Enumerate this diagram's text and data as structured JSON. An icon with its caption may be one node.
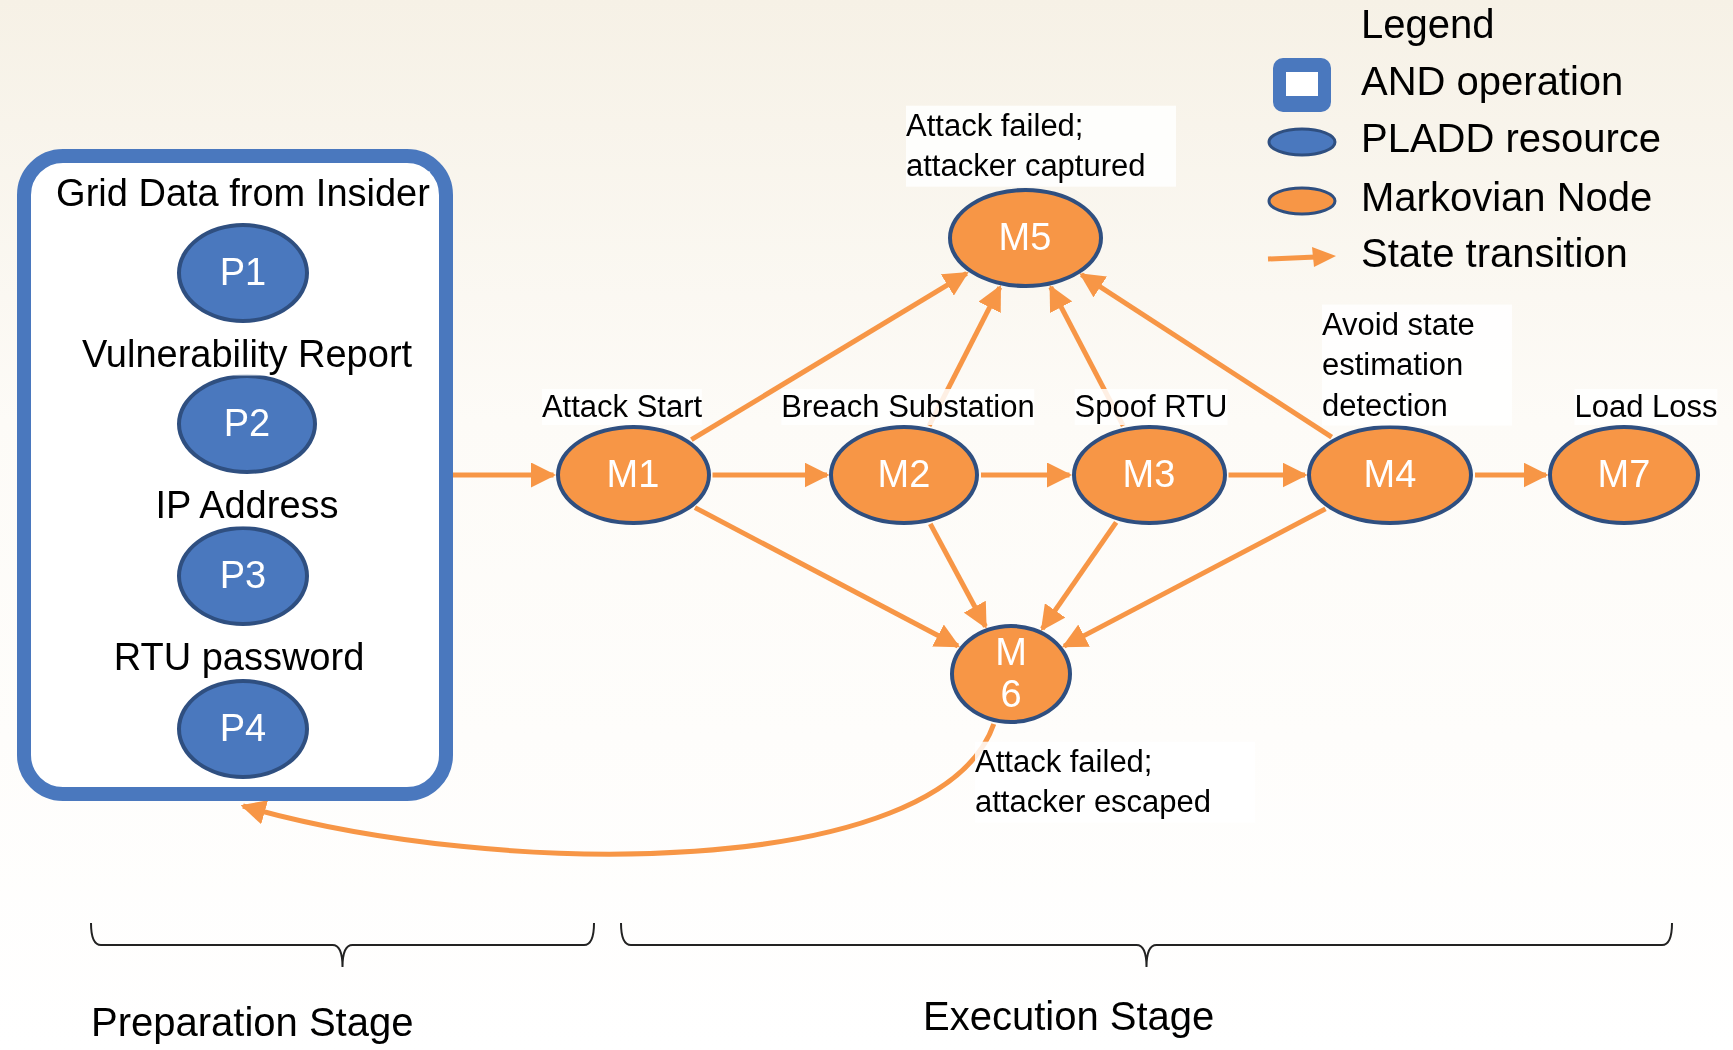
{
  "diagram": {
    "nodes": [
      {
        "text": [],
        "shape": "box"
      },
      {
        "text": [
          "P1"
        ],
        "beside": [
          "Grid Data from Insider"
        ],
        "in": 0
      },
      {
        "text": [
          "P2"
        ],
        "beside": [
          "Vulnerability Report"
        ],
        "in": 0
      },
      {
        "text": [
          "P3"
        ],
        "beside": [
          "IP Address"
        ],
        "in": 0
      },
      {
        "text": [
          "P4"
        ],
        "beside": [
          "RTU password"
        ],
        "in": 0
      },
      {
        "text": [
          "M5"
        ],
        "beside": [
          "Attack failed; attacker captured"
        ]
      },
      {
        "text": [
          "M1"
        ],
        "beside": [
          "Attack Start"
        ]
      },
      {
        "text": [
          "M2"
        ],
        "beside": [
          "Breach Substation"
        ]
      },
      {
        "text": [
          "M3"
        ],
        "beside": [
          "Spoof RTU"
        ]
      },
      {
        "text": [
          "M4"
        ],
        "beside": [
          "Avoid state estimation detection"
        ]
      },
      {
        "text": [
          "M7"
        ],
        "beside": [
          "Load Loss"
        ]
      },
      {
        "text": [
          "M 6"
        ],
        "beside": [
          "Attack failed; attacker escaped"
        ]
      }
    ],
    "edges": [
      {
        "from": 0,
        "to": 6,
        "arrow": "to"
      },
      {
        "from": 6,
        "to": 5,
        "arrow": "to"
      },
      {
        "from": 6,
        "to": 7,
        "arrow": "to"
      },
      {
        "from": 6,
        "to": 11,
        "arrow": "to"
      },
      {
        "from": 7,
        "to": 5,
        "arrow": "to"
      },
      {
        "from": 7,
        "to": 8,
        "arrow": "to"
      },
      {
        "from": 7,
        "to": 11,
        "arrow": "to"
      },
      {
        "from": 8,
        "to": 5,
        "arrow": "to"
      },
      {
        "from": 8,
        "to": 9,
        "arrow": "to"
      },
      {
        "from": 8,
        "to": 11,
        "arrow": "to"
      },
      {
        "from": 9,
        "to": 5,
        "arrow": "to"
      },
      {
        "from": 9,
        "to": 10,
        "arrow": "to"
      },
      {
        "from": 9,
        "to": 11,
        "arrow": "to"
      },
      {
        "from": 11,
        "to": 0,
        "arrow": "to"
      }
    ],
    "labels": [
      "Legend",
      "Preparation Stage",
      "Execution Stage"
    ],
    "legend": [
      {
        "text": "AND operation"
      },
      {
        "text": "PLADD resource"
      },
      {
        "text": "Markovian Node"
      },
      {
        "text": "State transition"
      }
    ]
  }
}
